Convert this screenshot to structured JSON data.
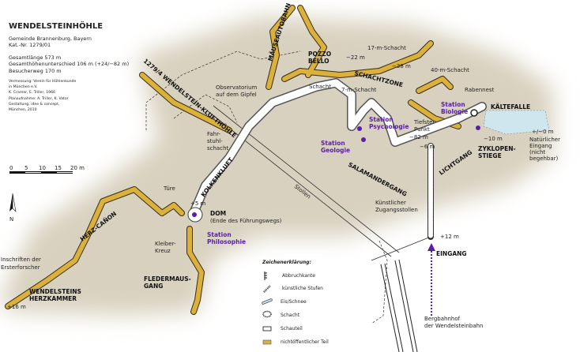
{
  "header": {
    "title": "WENDELSTEINHÖHLE",
    "municipality": "Gemeinde Brannenburg, Bayern",
    "catalog": "Kat.-Nr. 1279/01",
    "total_length": "Gesamtlänge 573 m",
    "height_diff": "Gesamthöhenunterschied 106 m (+24/−82 m)",
    "visitor_path": "Besucherweg 170 m",
    "credits": [
      "Vermessung: Verein für Höhlenkunde",
      "in München e.V.",
      "K. Cramer, E. Triller, 1966",
      "Planaufnahme: A. Triller, K. Vator",
      "Gestaltung: idee & concept,",
      "München, 2010"
    ]
  },
  "scale": {
    "ticks": [
      "0",
      "5",
      "10",
      "15",
      "20 m"
    ]
  },
  "north": "N",
  "labels": {
    "klufthoehle": "1279/4 WENDELSTEIN-KLUFTHÖHLE",
    "maeuseautobahn": "MÄUSEAUTOBAHN",
    "pozzo1": "POZZO",
    "pozzo2": "BELLO",
    "observ1": "Observatorium",
    "observ2": "auf dem Gipfel",
    "schacht": "Schacht",
    "schacht7": "7-m-Schacht",
    "m22": "−22 m",
    "schacht17": "17-m-Schacht",
    "m38": "−38 m",
    "schachtzone": "SCHACHTZONE",
    "schacht40": "40-m-Schacht",
    "rabennest": "Rabennest",
    "kaeltefalle": "KÄLTEFALLE",
    "tief1": "Tiefster",
    "tief2": "Punkt",
    "m82": "−82 m",
    "m6": "−6 m",
    "salamander": "SALAMANDERGANG",
    "lichtgang": "LICHTGANG",
    "m10": "−10 m",
    "zyk1": "ZYKLOPEN-",
    "zyk2": "STIEGE",
    "m0": "+/−0 m",
    "nat1": "Natürlicher",
    "nat2": "Eingang",
    "nat3": "(nicht",
    "nat4": "begehbar)",
    "stollen": "Stollen",
    "kuenst1": "Künstlicher",
    "kuenst2": "Zugangsstollen",
    "m12": "+12 m",
    "eingang": "EINGANG",
    "fahr1": "Fahr-",
    "fahr2": "stuhl-",
    "fahr3": "schacht",
    "kolkenkluft": "KOLKENKLUFT",
    "tuere": "Türe",
    "m5": "+5 m",
    "dom": "DOM",
    "dom2": "(Ende des Führungswegs)",
    "herzcanon": "HERZ-CAÑON",
    "kleiber1": "Kleiber-",
    "kleiber2": "Kreuz",
    "fleder1": "FLEDERMAUS-",
    "fleder2": "GANG",
    "insch1": "Inschriften der",
    "insch2": "Ersterforscher",
    "herz1": "WENDELSTEINS",
    "herz2": "HERZKAMMER",
    "m16": "+16 m",
    "berg1": "Bergbahnhof",
    "berg2": "der Wendelsteinbahn"
  },
  "stations": {
    "biologie": [
      "Station",
      "Biologie"
    ],
    "psychologie": [
      "Station",
      "Psychologie"
    ],
    "geologie": [
      "Station",
      "Geologie"
    ],
    "philosophie": [
      "Station",
      "Philosophie"
    ]
  },
  "legend": {
    "title": "Zeichenerklärung:",
    "items": [
      "Abbruchkante",
      "künstliche Stufen",
      "Eis/Schnee",
      "Schacht",
      "Schauteil",
      "nichtöffentlicher Teil"
    ]
  },
  "colors": {
    "private": "#d9b13c",
    "show": "#ffffff",
    "station": "#5a1fa8",
    "terrain": "#d8d1bf",
    "ice": "#cfe6ee"
  }
}
